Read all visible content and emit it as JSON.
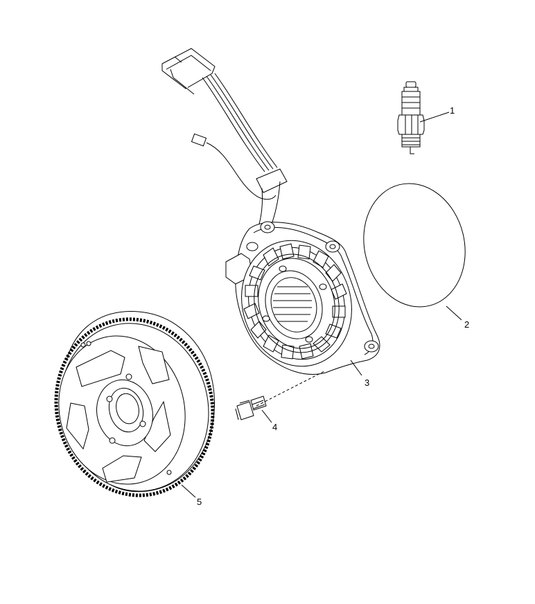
{
  "diagram": {
    "line_color": "#000000",
    "background": "#ffffff",
    "callouts": [
      {
        "id": "1",
        "label": "1",
        "part_icon": "spark-plug-icon"
      },
      {
        "id": "2",
        "label": "2",
        "part_icon": "gasket-icon"
      },
      {
        "id": "3",
        "label": "3",
        "part_icon": "stator-icon"
      },
      {
        "id": "4",
        "label": "4",
        "part_icon": "bolt-icon"
      },
      {
        "id": "5",
        "label": "5",
        "part_icon": "flywheel-icon"
      }
    ]
  }
}
